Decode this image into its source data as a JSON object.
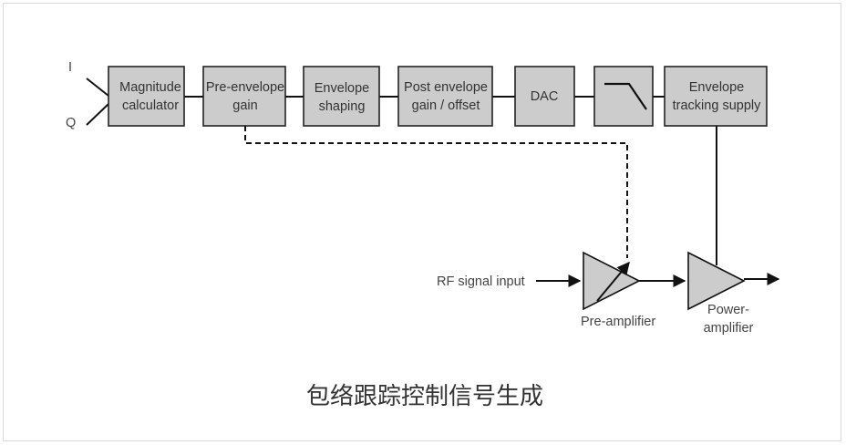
{
  "inputs": {
    "i": "I",
    "q": "Q"
  },
  "blocks": [
    {
      "id": "magnitude",
      "lines": [
        "Magnitude",
        "calculator"
      ]
    },
    {
      "id": "pre-envelope-gain",
      "lines": [
        "Pre-envelope",
        "gain"
      ]
    },
    {
      "id": "envelope-shaping",
      "lines": [
        "Envelope",
        "shaping"
      ]
    },
    {
      "id": "post-envelope",
      "lines": [
        "Post envelope",
        "gain / offset"
      ]
    },
    {
      "id": "dac",
      "lines": [
        "DAC"
      ]
    },
    {
      "id": "filter",
      "lines": [],
      "icon": "lowpass-filter-icon"
    },
    {
      "id": "tracking-supply",
      "lines": [
        "Envelope",
        "tracking supply"
      ]
    }
  ],
  "rf_input": "RF signal input",
  "pre_amplifier": "Pre-amplifier",
  "power_amplifier": [
    "Power-",
    "amplifier"
  ],
  "caption": "包络跟踪控制信号生成"
}
